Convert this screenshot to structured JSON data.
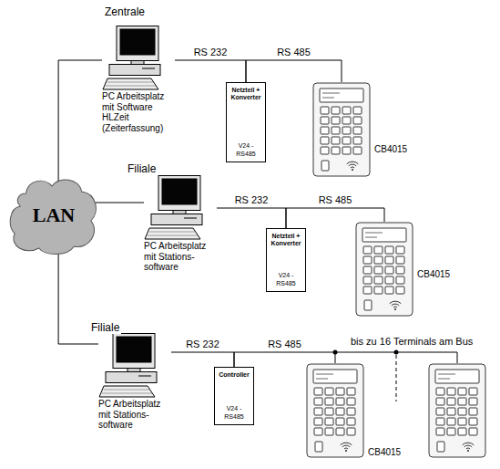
{
  "diagram": {
    "nodes": [
      {
        "text": [
          "LAN"
        ]
      },
      {
        "text": [
          "PC Arbeitsplatz mit Software HLZeit (Zeiterfassung)"
        ]
      },
      {
        "text": [
          "Netzteil + Konverter",
          "V24 - RS485"
        ]
      },
      {
        "text": [
          "CB4015"
        ]
      },
      {
        "text": [
          "PC Arbeitsplatz mit Stations- software"
        ]
      },
      {
        "text": [
          "Netzteil + Konverter",
          "V24 - RS485"
        ]
      },
      {
        "text": [
          "CB4015"
        ]
      },
      {
        "text": [
          "PC Arbeitsplatz mit Stations- software"
        ]
      },
      {
        "text": [
          "Controller",
          "V24 - RS485"
        ]
      },
      {
        "text": [
          "CB4015"
        ]
      }
    ],
    "edges": [
      {
        "from": 0,
        "to": 1,
        "arrow": "none"
      },
      {
        "from": 1,
        "to": 2,
        "label": "RS 232",
        "arrow": "none"
      },
      {
        "from": 2,
        "to": 3,
        "label": "RS 485",
        "arrow": "none"
      },
      {
        "from": 0,
        "to": 4,
        "arrow": "none"
      },
      {
        "from": 4,
        "to": 5,
        "label": "RS 232",
        "arrow": "none"
      },
      {
        "from": 5,
        "to": 6,
        "label": "RS 485",
        "arrow": "none"
      },
      {
        "from": 0,
        "to": 7,
        "arrow": "none"
      },
      {
        "from": 7,
        "to": 8,
        "label": "RS 232",
        "arrow": "none"
      },
      {
        "from": 8,
        "to": 9,
        "label": "RS 485",
        "arrow": "none"
      }
    ],
    "labels": [
      "Zentrale",
      "Filiale",
      "Filiale",
      "bis zu 16 Terminals am Bus"
    ]
  }
}
